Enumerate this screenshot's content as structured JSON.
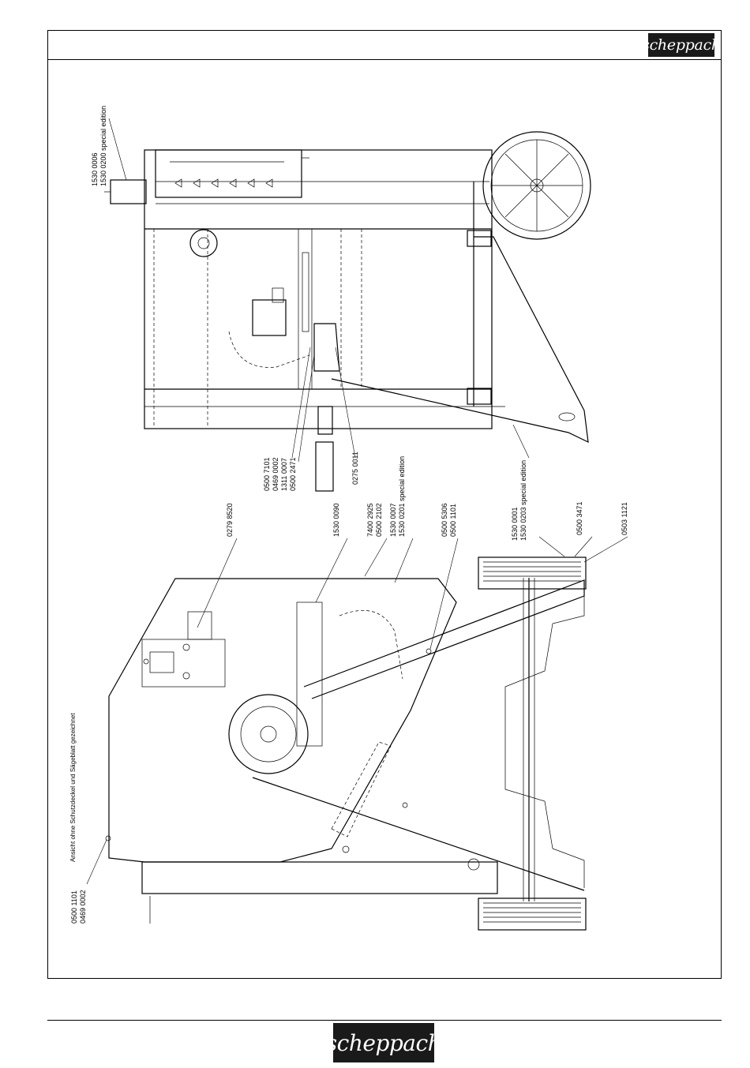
{
  "brand": {
    "logo_text": "scheppach"
  },
  "note": "Ansicht ohne Schutzdeckel und Sägeblatt gezeichnet",
  "right_view_labels": {
    "top": [
      "1530 0006",
      "1530 0200 special edition"
    ],
    "group_a": [
      "0500 7101",
      "0469 0002",
      "1311 0007",
      "0500 2471"
    ],
    "motor": "0275 0011",
    "frame": [
      "1530 0001",
      "1530 0203 special edition"
    ]
  },
  "left_view_labels": {
    "switch": "0279 8520",
    "guard": "1530 0090",
    "pair_a": [
      "7400 2925",
      "0500 2102"
    ],
    "pair_b": [
      "1530 0007",
      "1530 0201 special edition"
    ],
    "pair_c": [
      "0500 5306",
      "0500 1101"
    ],
    "wheel_cap": "0500 3471",
    "wheel": "0503 1121",
    "bottom": [
      "0500 1101",
      "0469 0002"
    ]
  }
}
